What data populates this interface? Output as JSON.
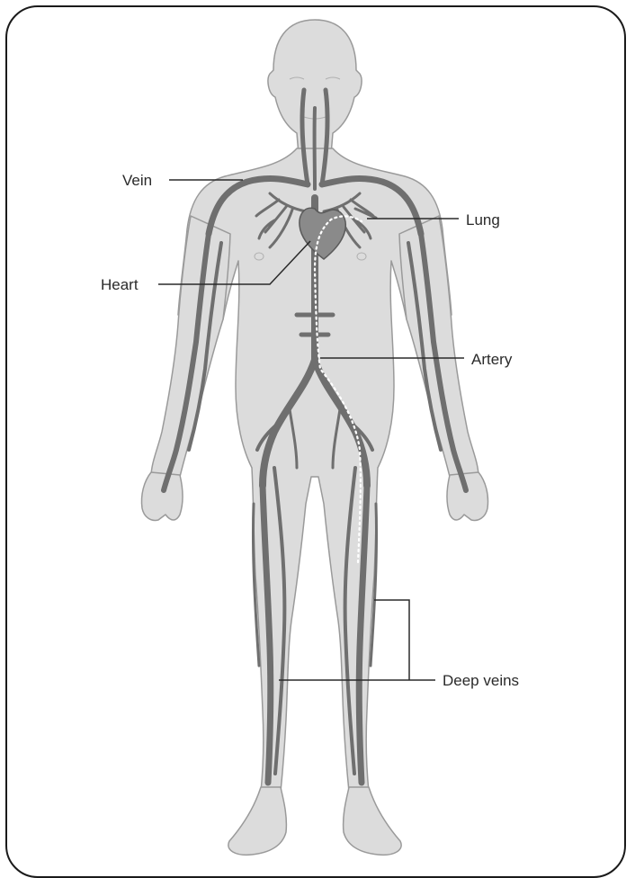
{
  "labels": {
    "vein": "Vein",
    "lung": "Lung",
    "heart": "Heart",
    "artery": "Artery",
    "deep_veins": "Deep veins"
  },
  "colors": {
    "body_fill": "#dcdcdc",
    "body_outline": "#9a9a9a",
    "vessel": "#6f6f6f",
    "heart": "#8a8a8a",
    "leader_line": "#2a2a2a",
    "clot_path": "#ffffff",
    "frame": "#1a1a1a"
  }
}
